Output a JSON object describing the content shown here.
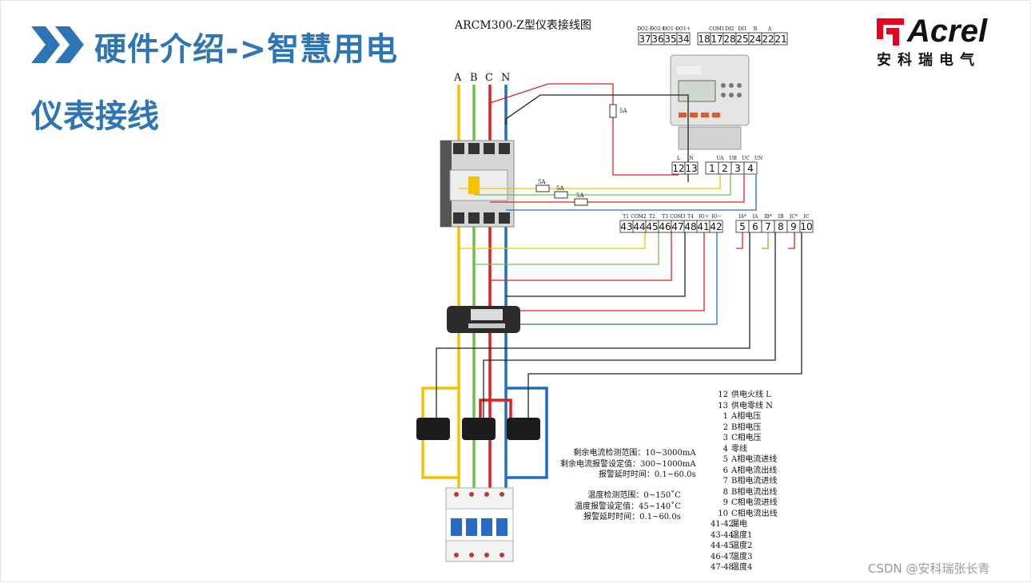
{
  "header": {
    "title": "硬件介绍->智慧用电",
    "subtitle": "仪表接线"
  },
  "logo": {
    "word": "Acrel",
    "cn": "安科瑞电气",
    "brand_color": "#e8001c"
  },
  "diagram": {
    "title": "ARCM300-Z型仪表接线图",
    "phases": [
      "A",
      "B",
      "C",
      "N"
    ],
    "fuse_label": "5A",
    "top_terminals": {
      "labels": [
        "DO2－",
        "DO2＋",
        "DO1－",
        "DO1＋",
        "COM1",
        "DI2",
        "DI1",
        "B",
        "A"
      ],
      "numbers": [
        "37",
        "36",
        "35",
        "34",
        "18",
        "17",
        "28",
        "25",
        "24",
        "22",
        "21"
      ]
    },
    "power_terminals": {
      "labels": [
        "L",
        "N",
        "UA",
        "UB",
        "UC",
        "UN"
      ],
      "numbers": [
        "12",
        "13",
        "1",
        "2",
        "3",
        "4"
      ]
    },
    "signal_terminals": {
      "labels": [
        "T1",
        "COM2",
        "T2",
        "T3",
        "COM3",
        "T4",
        "IO＋",
        "IO－"
      ],
      "numbers": [
        "43",
        "44",
        "45",
        "46",
        "47",
        "48",
        "41",
        "42"
      ]
    },
    "current_terminals": {
      "labels": [
        "IA*",
        "IA",
        "IB*",
        "IB",
        "IC*",
        "IC"
      ],
      "numbers": [
        "5",
        "6",
        "7",
        "8",
        "9",
        "10"
      ]
    },
    "wire_colors": {
      "A": "#f2c200",
      "B": "#6cc04a",
      "C": "#e02020",
      "N": "#1f6fc0",
      "ct": "#222222"
    }
  },
  "specs": {
    "residual": [
      "剩余电流检测范围：10~3000mA",
      "剩余电流报警设定值：300~1000mA",
      "报警延时时间：0.1~60.0s"
    ],
    "temperature": [
      "温度检测范围：0~150˚C",
      "温度报警设定值：45~140˚C",
      "报警延时时间：0.1~60.0s"
    ]
  },
  "legend": [
    {
      "num": "12",
      "text": "供电火线 L"
    },
    {
      "num": "13",
      "text": "供电零线 N"
    },
    {
      "num": "1",
      "text": "A相电压"
    },
    {
      "num": "2",
      "text": "B相电压"
    },
    {
      "num": "3",
      "text": "C相电压"
    },
    {
      "num": "4",
      "text": "零线"
    },
    {
      "num": "5",
      "text": "A相电流进线"
    },
    {
      "num": "6",
      "text": "A相电流出线"
    },
    {
      "num": "7",
      "text": "B相电流进线"
    },
    {
      "num": "8",
      "text": "B相电流出线"
    },
    {
      "num": "9",
      "text": "C相电流进线"
    },
    {
      "num": "10",
      "text": "C相电流出线"
    },
    {
      "num": "41-42",
      "text": "漏电"
    },
    {
      "num": "43-44",
      "text": "温度1"
    },
    {
      "num": "44-45",
      "text": "温度2"
    },
    {
      "num": "46-47",
      "text": "温度3"
    },
    {
      "num": "47-48",
      "text": "温度4"
    }
  ],
  "watermark": "CSDN @安科瑞张长青"
}
